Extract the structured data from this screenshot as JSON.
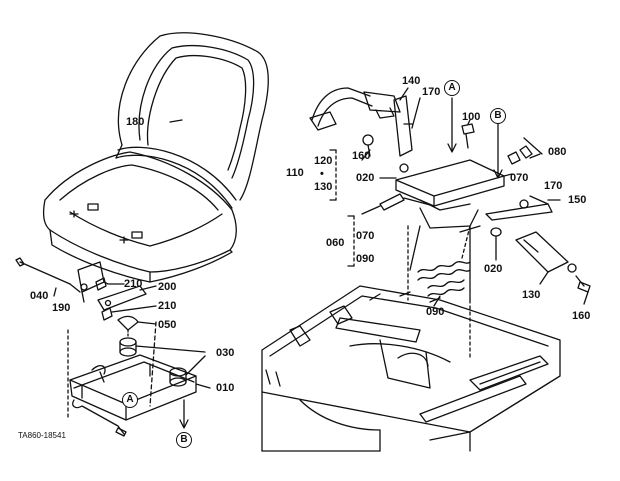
{
  "diagram": {
    "drawing_number": "TA860-18541",
    "part_labels": {
      "p180": "180",
      "p040": "040",
      "p190": "190",
      "p210a": "210",
      "p200": "200",
      "p210b": "210",
      "p050": "050",
      "p030": "030",
      "p010": "010",
      "p140": "140",
      "p170a": "170",
      "p100": "100",
      "p080": "080",
      "p110": "110",
      "p120": "120",
      "p130a": "130",
      "p160a": "160",
      "p020a": "020",
      "p070a": "070",
      "p170b": "170",
      "p150": "150",
      "p060": "060",
      "p070b": "070",
      "p090a": "090",
      "p020b": "020",
      "p130b": "130",
      "p090b": "090",
      "p160b": "160",
      "dot": "•"
    },
    "reference_callouts": {
      "a": "A",
      "b": "B"
    }
  }
}
